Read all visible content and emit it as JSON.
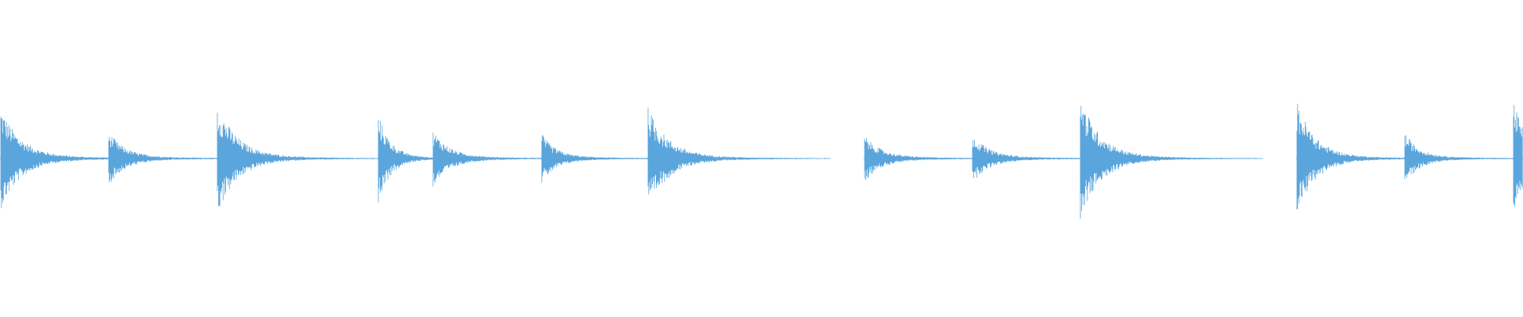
{
  "waveform": {
    "color": "#5aa5dc",
    "background": "#ffffff",
    "hits": [
      {
        "onset": 0.0,
        "amplitude": 0.78,
        "decay": 0.1
      },
      {
        "onset": 0.071,
        "amplitude": 0.4,
        "decay": 0.08
      },
      {
        "onset": 0.142,
        "amplitude": 0.85,
        "decay": 0.1
      },
      {
        "onset": 0.248,
        "amplitude": 0.68,
        "decay": 0.06
      },
      {
        "onset": 0.284,
        "amplitude": 0.42,
        "decay": 0.08
      },
      {
        "onset": 0.355,
        "amplitude": 0.36,
        "decay": 0.07
      },
      {
        "onset": 0.425,
        "amplitude": 0.78,
        "decay": 0.1
      },
      {
        "onset": 0.567,
        "amplitude": 0.34,
        "decay": 0.08
      },
      {
        "onset": 0.638,
        "amplitude": 0.36,
        "decay": 0.08
      },
      {
        "onset": 0.709,
        "amplitude": 0.95,
        "decay": 0.1
      },
      {
        "onset": 0.851,
        "amplitude": 0.88,
        "decay": 0.09
      },
      {
        "onset": 0.922,
        "amplitude": 0.38,
        "decay": 0.07
      },
      {
        "onset": 0.993,
        "amplitude": 0.9,
        "decay": 0.07
      }
    ],
    "segments": [
      [
        0.0,
        0.22
      ],
      [
        0.248,
        0.505
      ],
      [
        0.567,
        0.78
      ],
      [
        0.851,
        1.0
      ]
    ]
  }
}
